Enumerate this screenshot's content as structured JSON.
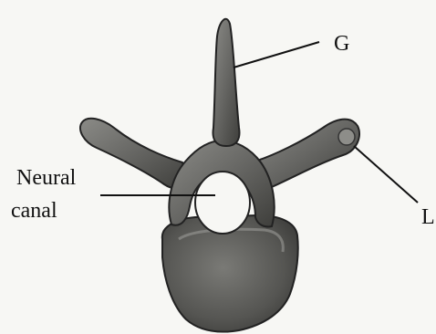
{
  "figure": {
    "labels": {
      "g": "G",
      "l": "L",
      "neural": "Neural",
      "canal": "canal"
    }
  }
}
